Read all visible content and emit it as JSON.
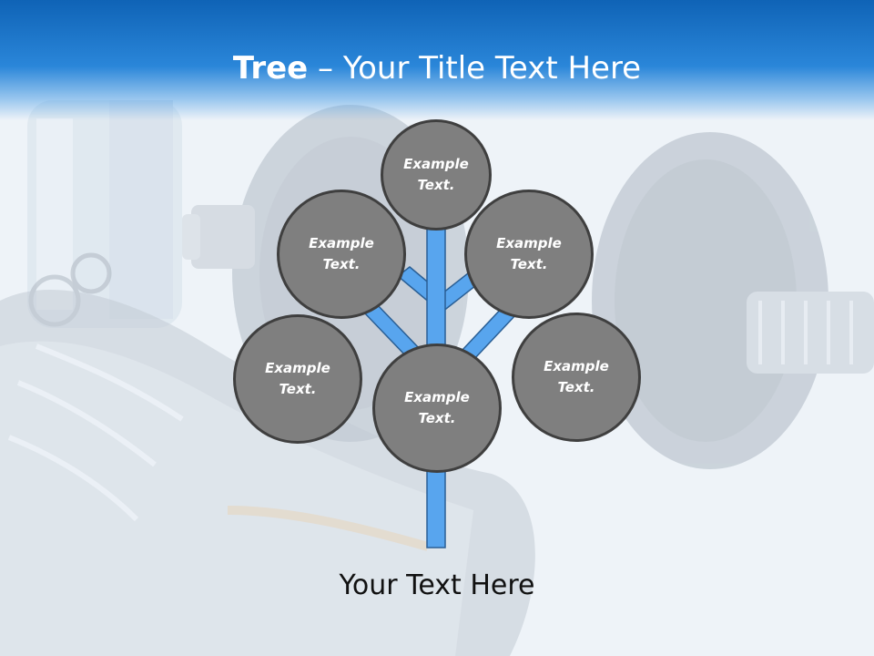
{
  "title": {
    "bold": "Tree",
    "rest": " – Your Title Text Here"
  },
  "nodes": [
    {
      "id": "top",
      "text": "Example\nText."
    },
    {
      "id": "upper-left",
      "text": "Example\nText."
    },
    {
      "id": "upper-right",
      "text": "Example\nText."
    },
    {
      "id": "lower-left",
      "text": "Example\nText."
    },
    {
      "id": "center",
      "text": "Example\nText."
    },
    {
      "id": "lower-right",
      "text": "Example\nText."
    }
  ],
  "footer": "Your Text Here",
  "colors": {
    "header": "#1a73c8",
    "trunk": "#58a5ee",
    "trunk_border": "#2a5f95",
    "node_fill": "#7f7f7f",
    "node_border": "#3f3f3f"
  }
}
